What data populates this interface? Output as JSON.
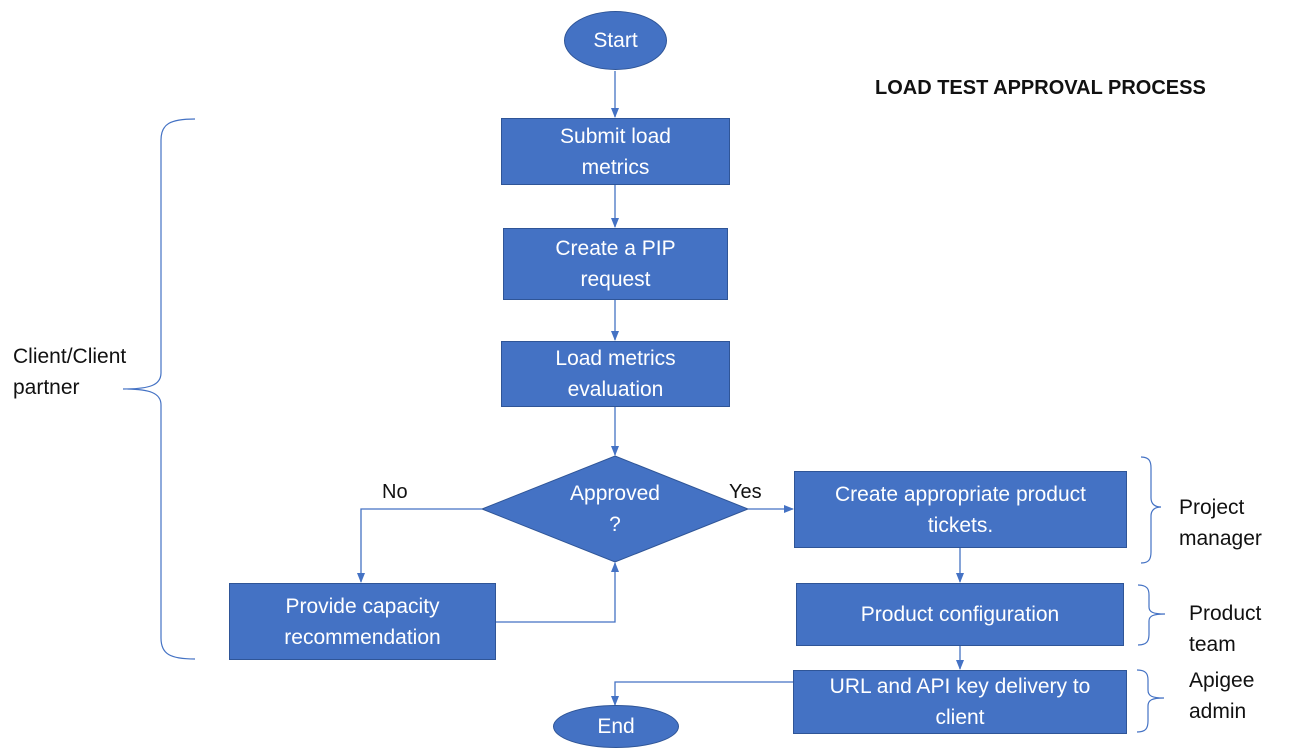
{
  "title": "LOAD TEST APPROVAL PROCESS",
  "colors": {
    "shape_fill": "#4472C4",
    "shape_border": "#2F5597",
    "connector": "#4472C4",
    "shape_text": "#FFFFFF"
  },
  "nodes": {
    "start": "Start",
    "submit_line1": "Submit load",
    "submit_line2": "metrics",
    "pip_line1": "Create a PIP",
    "pip_line2": "request",
    "eval_line1": "Load metrics",
    "eval_line2": "evaluation",
    "approved_line1": "Approved",
    "approved_line2": "?",
    "capacity_line1": "Provide capacity",
    "capacity_line2": "recommendation",
    "tickets_line1": "Create appropriate product",
    "tickets_line2": "tickets.",
    "product_config": "Product configuration",
    "delivery_line1": "URL and API key delivery to",
    "delivery_line2": "client",
    "end": "End"
  },
  "branches": {
    "no": "No",
    "yes": "Yes"
  },
  "roles": {
    "client_line1": "Client/Client",
    "client_line2": "partner",
    "pm_line1": "Project",
    "pm_line2": "manager",
    "product_line1": "Product",
    "product_line2": "team",
    "apigee_line1": "Apigee",
    "apigee_line2": "admin"
  }
}
